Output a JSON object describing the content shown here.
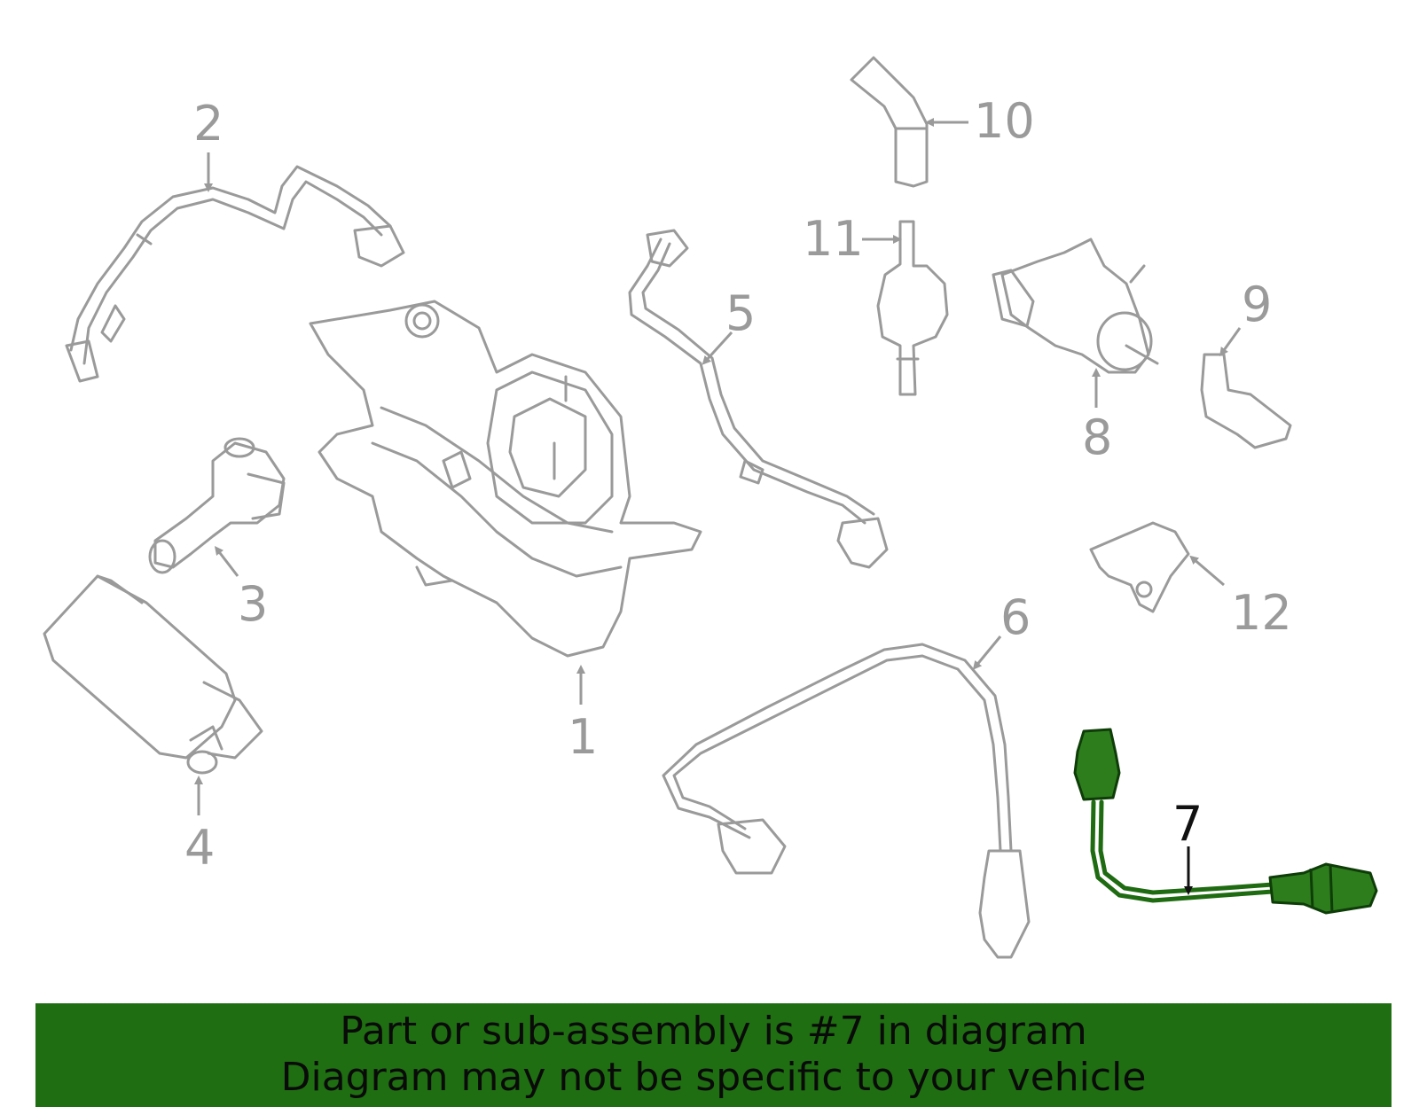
{
  "callouts": {
    "c1": "1",
    "c2": "2",
    "c3": "3",
    "c4": "4",
    "c5": "5",
    "c6": "6",
    "c7": "7",
    "c8": "8",
    "c9": "9",
    "c10": "10",
    "c11": "11",
    "c12": "12"
  },
  "highlighted_part": "7",
  "colors": {
    "highlight": "#2d7d1d",
    "banner": "#1f6e12",
    "line_art": "#9a9a9a"
  },
  "banner": {
    "line1": "Part or sub-assembly is #7 in diagram",
    "line2": "Diagram may not be specific to your vehicle"
  }
}
